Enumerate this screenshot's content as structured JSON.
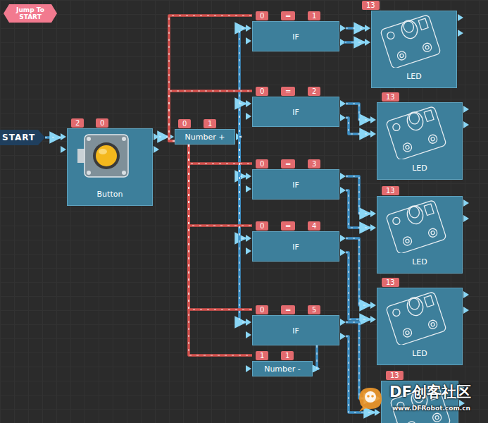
{
  "diagram": {
    "nodes": [
      {
        "text": [
          "Jump To START"
        ]
      },
      {
        "text": [
          "START"
        ]
      },
      {
        "text": [
          "2",
          "0",
          "Button"
        ]
      },
      {
        "text": [
          "0",
          "1",
          "Number +"
        ]
      },
      {
        "text": [
          "0",
          "=",
          "1",
          "IF"
        ]
      },
      {
        "text": [
          "13",
          "LED"
        ]
      },
      {
        "text": [
          "0",
          "=",
          "2",
          "IF"
        ]
      },
      {
        "text": [
          "13",
          "LED"
        ]
      },
      {
        "text": [
          "0",
          "=",
          "3",
          "IF"
        ]
      },
      {
        "text": [
          "13",
          "LED"
        ]
      },
      {
        "text": [
          "0",
          "=",
          "4",
          "IF"
        ]
      },
      {
        "text": [
          "13",
          "LED"
        ]
      },
      {
        "text": [
          "0",
          "=",
          "5",
          "IF"
        ]
      },
      {
        "text": [
          "1",
          "1",
          "Number -"
        ]
      },
      {
        "text": [
          "13"
        ]
      }
    ],
    "edges": [
      {
        "from": 1,
        "to": 2,
        "arrow": "to"
      },
      {
        "from": 2,
        "to": 3,
        "arrow": "to"
      },
      {
        "from": 3,
        "to": 4,
        "arrow": "to"
      },
      {
        "from": 3,
        "to": 6,
        "arrow": "to"
      },
      {
        "from": 3,
        "to": 8,
        "arrow": "to"
      },
      {
        "from": 3,
        "to": 10,
        "arrow": "to"
      },
      {
        "from": 3,
        "to": 12,
        "arrow": "to"
      },
      {
        "from": 3,
        "to": 4,
        "arrow": "none"
      },
      {
        "from": 3,
        "to": 6,
        "arrow": "none"
      },
      {
        "from": 3,
        "to": 8,
        "arrow": "none"
      },
      {
        "from": 3,
        "to": 10,
        "arrow": "none"
      },
      {
        "from": 3,
        "to": 12,
        "arrow": "none"
      },
      {
        "from": 3,
        "to": 13,
        "arrow": "none"
      },
      {
        "from": 4,
        "to": 5,
        "arrow": "to"
      },
      {
        "from": 4,
        "to": 5,
        "arrow": "to"
      },
      {
        "from": 6,
        "to": 7,
        "arrow": "to"
      },
      {
        "from": 6,
        "to": 7,
        "arrow": "to"
      },
      {
        "from": 8,
        "to": 9,
        "arrow": "to"
      },
      {
        "from": 8,
        "to": 9,
        "arrow": "to"
      },
      {
        "from": 10,
        "to": 11,
        "arrow": "to"
      },
      {
        "from": 10,
        "to": 11,
        "arrow": "to"
      },
      {
        "from": 12,
        "to": 14,
        "arrow": "to"
      },
      {
        "from": 12,
        "to": 14,
        "arrow": "to"
      },
      {
        "from": 12,
        "to": 13,
        "arrow": "to"
      }
    ],
    "labels": [
      "DF创客社区",
      "www.DFRobot.com.cn"
    ]
  }
}
